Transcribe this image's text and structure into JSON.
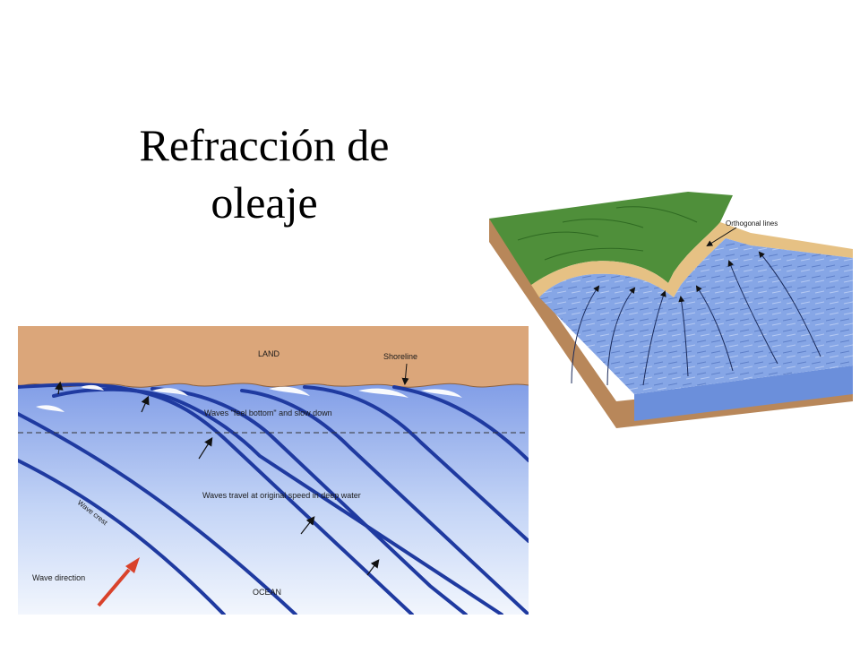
{
  "title": {
    "line1": "Refracción de",
    "line2": "oleaje"
  },
  "wave_diagram": {
    "land_label": "LAND",
    "shoreline_label": "Shoreline",
    "feel_bottom_label": "Waves \"feel bottom\" and slow down",
    "deep_water_label": "Waves travel at original speed in deep water",
    "wave_crest_label": "Wave crest",
    "wave_direction_label": "Wave direction",
    "ocean_label": "OCEAN",
    "colors": {
      "land": "#dba67a",
      "water_light": "#f2f6fd",
      "water_deep": "#7d9ae6",
      "crest": "#1f3aa0",
      "direction_arrow": "#d9422b"
    }
  },
  "headland_diagram": {
    "orthogonal_label": "Orthogonal lines",
    "colors": {
      "headland": "#4f8f3a",
      "sand": "#e6c184",
      "water": "#86a6e6",
      "earth": "#b8875a"
    }
  }
}
